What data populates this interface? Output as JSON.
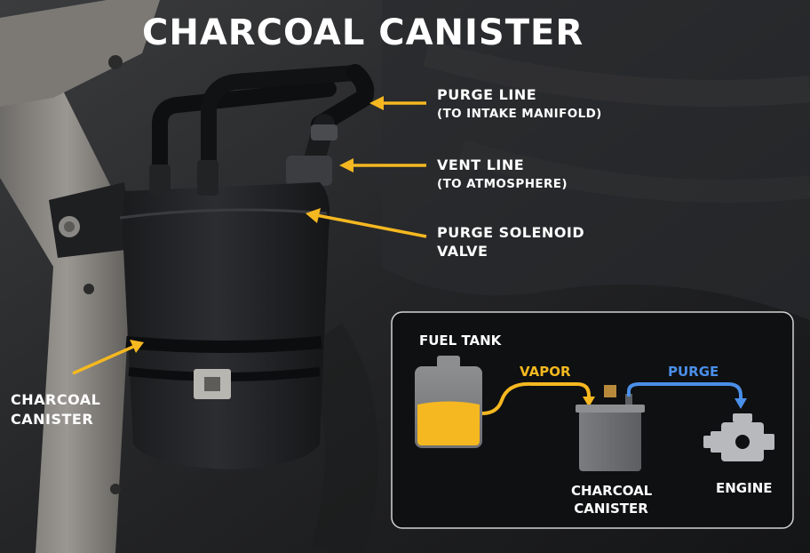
{
  "title": "CHARCOAL CANISTER",
  "callouts": {
    "purge_line": {
      "line1": "PURGE LINE",
      "line2": "(TO INTAKE MANIFOLD)"
    },
    "vent_line": {
      "line1": "VENT LINE",
      "line2": "(TO ATMOSPHERE)"
    },
    "purge_valve": {
      "line1": "PURGE SOLENOID",
      "line2": "VALVE"
    },
    "canister": {
      "line1": "CHARCOAL",
      "line2": "CANISTER"
    }
  },
  "inset": {
    "fuel_tank": "FUEL TANK",
    "vapor": "VAPOR",
    "purge": "PURGE",
    "canister_line1": "CHARCOAL",
    "canister_line2": "CANISTER",
    "engine": "ENGINE"
  },
  "colors": {
    "accent_yellow": "#f5b820",
    "purge_blue": "#4a8fe8",
    "inset_bg": "#0f1012"
  }
}
